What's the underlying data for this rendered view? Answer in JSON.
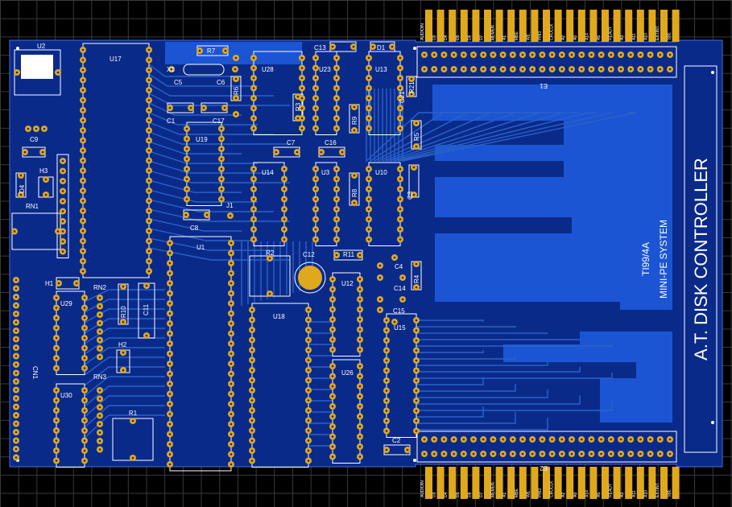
{
  "board": {
    "title": "A.T. DISK CONTROLLER",
    "subtitle_1": "TI99/4A",
    "subtitle_2": "MINI-PE SYSTEM",
    "colors": {
      "board": "#0a2a8a",
      "fill": "#1b55d4",
      "pad": "#e0a81c",
      "silk": "#ffffff",
      "background": "#000000"
    }
  },
  "components": {
    "U2": "U2",
    "U17": "U17",
    "X1": "X1",
    "R7": "R7",
    "C5": "C5",
    "C6": "C6",
    "C1": "C1",
    "C17": "C17",
    "R6": "R6",
    "U28": "U28",
    "C13": "C13",
    "D1": "D1",
    "U23": "U23",
    "R3": "R3",
    "U13": "U13",
    "R21": "R21",
    "R9": "R9",
    "R5": "R5",
    "C9": "C9",
    "H3": "H3",
    "D4": "D4",
    "RN1": "RN1",
    "U19": "U19",
    "C7": "C7",
    "C16": "C16",
    "U14": "U14",
    "U3": "U3",
    "R8": "R8",
    "U10": "U10",
    "C3": "C3",
    "C8": "C8",
    "J1": "J1",
    "U1": "U1",
    "R2": "R2",
    "C12": "C12",
    "R11": "R11",
    "C4": "C4",
    "R4": "R4",
    "C14": "C14",
    "C15": "C15",
    "H1": "H1",
    "U29": "U29",
    "RN2": "RN2",
    "R10": "R10",
    "C11": "C11",
    "H2": "H2",
    "U18": "U18",
    "U12": "U12",
    "U15": "U15",
    "CN1": "CN1",
    "RN3": "RN3",
    "U30": "U30",
    "R1": "R1",
    "U26": "U26",
    "C2": "C2",
    "E1": "E1",
    "E2": "E2",
    "C21": "C21"
  },
  "edge_connector_labels": [
    "AUDIOIN",
    "D3",
    "D4",
    "D5",
    "D6",
    "D7",
    "MEMEN",
    "A1",
    "MBE",
    "WE",
    "PHI3",
    "CRUCLK",
    "A2",
    "A0",
    "A14",
    "A5",
    "READY",
    "A3",
    "A11",
    "A10",
    "EXTINT",
    "SBE"
  ]
}
